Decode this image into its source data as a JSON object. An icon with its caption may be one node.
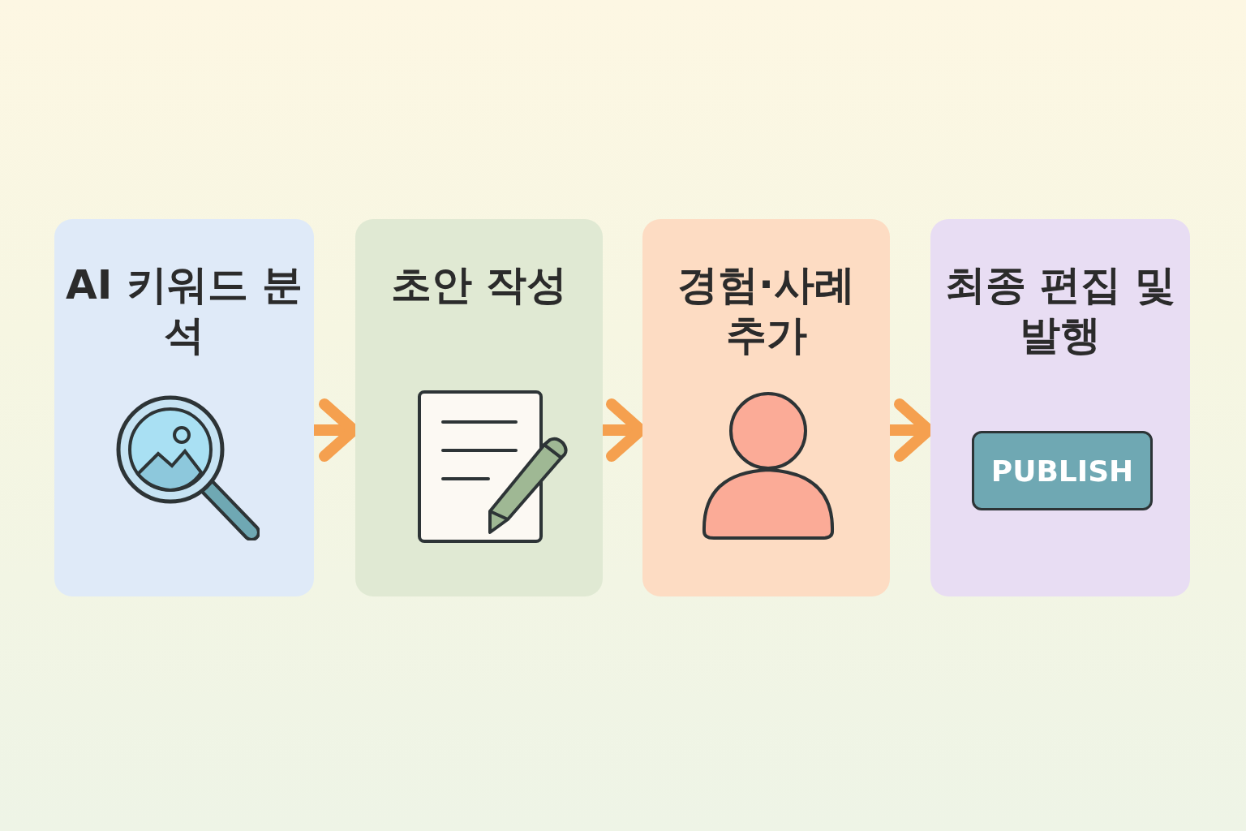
{
  "diagram": {
    "nodes": [
      {
        "text": [
          "AI 키워드 분석"
        ]
      },
      {
        "text": [
          "초안 작성"
        ]
      },
      {
        "text": [
          "경험·사례 추가"
        ]
      },
      {
        "text": [
          "최종 편집 및 발행"
        ]
      },
      {
        "text": [
          "PUBLISH"
        ],
        "in": 3
      }
    ],
    "edges": [
      {
        "from": 0,
        "to": 1,
        "arrow": "to"
      },
      {
        "from": 1,
        "to": 2,
        "arrow": "to"
      },
      {
        "from": 2,
        "to": 3,
        "arrow": "to"
      }
    ]
  }
}
